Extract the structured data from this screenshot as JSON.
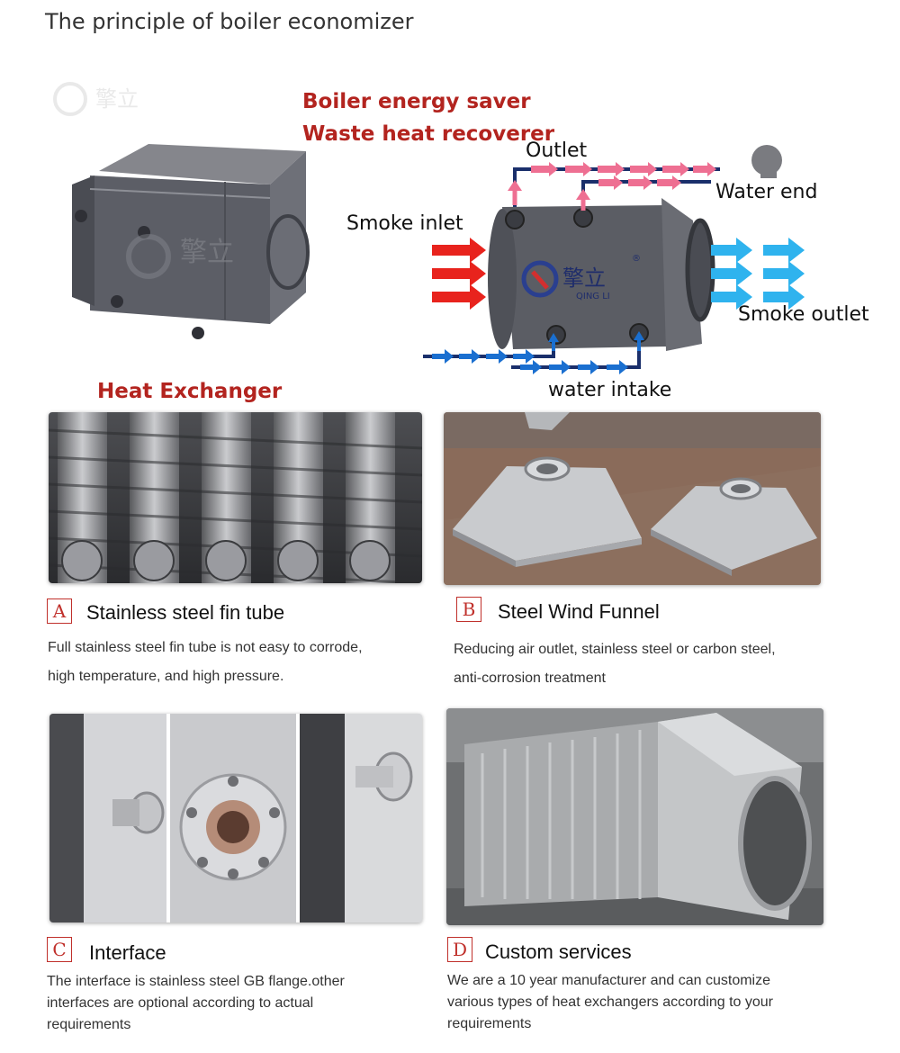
{
  "page_title": "The principle of boiler economizer",
  "headline": {
    "line1": "Boiler energy saver",
    "line2": "Waste heat recoverer"
  },
  "diagram_labels": {
    "outlet": "Outlet",
    "water_end": "Water end",
    "smoke_inlet": "Smoke inlet",
    "smoke_outlet": "Smoke outlet",
    "water_intake": "water intake"
  },
  "brand": {
    "chinese": "擎立",
    "latin": "QING LI",
    "registered": "®"
  },
  "section_title": "Heat Exchanger",
  "colors": {
    "accent_red": "#b3241f",
    "hot_arrow": "#ee6f92",
    "cold_arrow": "#1a6fd0",
    "smoke_in": "#e8231d",
    "smoke_out": "#2fb3ee",
    "pipe_navy": "#1a2f6b"
  },
  "cards": [
    {
      "letter": "A",
      "title": "Stainless steel fin tube",
      "desc_line1": "Full stainless steel fin tube is not easy to corrode,",
      "desc_line2": "high temperature, and high pressure.",
      "desc_line3": ""
    },
    {
      "letter": "B",
      "title": "Steel Wind Funnel",
      "desc_line1": "Reducing air outlet, stainless steel or carbon steel,",
      "desc_line2": "anti-corrosion treatment",
      "desc_line3": ""
    },
    {
      "letter": "C",
      "title": "Interface",
      "desc_line1": "The interface is stainless steel GB flange.other",
      "desc_line2": "interfaces are optional according to actual",
      "desc_line3": "requirements"
    },
    {
      "letter": "D",
      "title": "Custom services",
      "desc_line1": "We are a 10 year manufacturer and can customize",
      "desc_line2": "various types of heat exchangers according to your",
      "desc_line3": "requirements"
    }
  ]
}
